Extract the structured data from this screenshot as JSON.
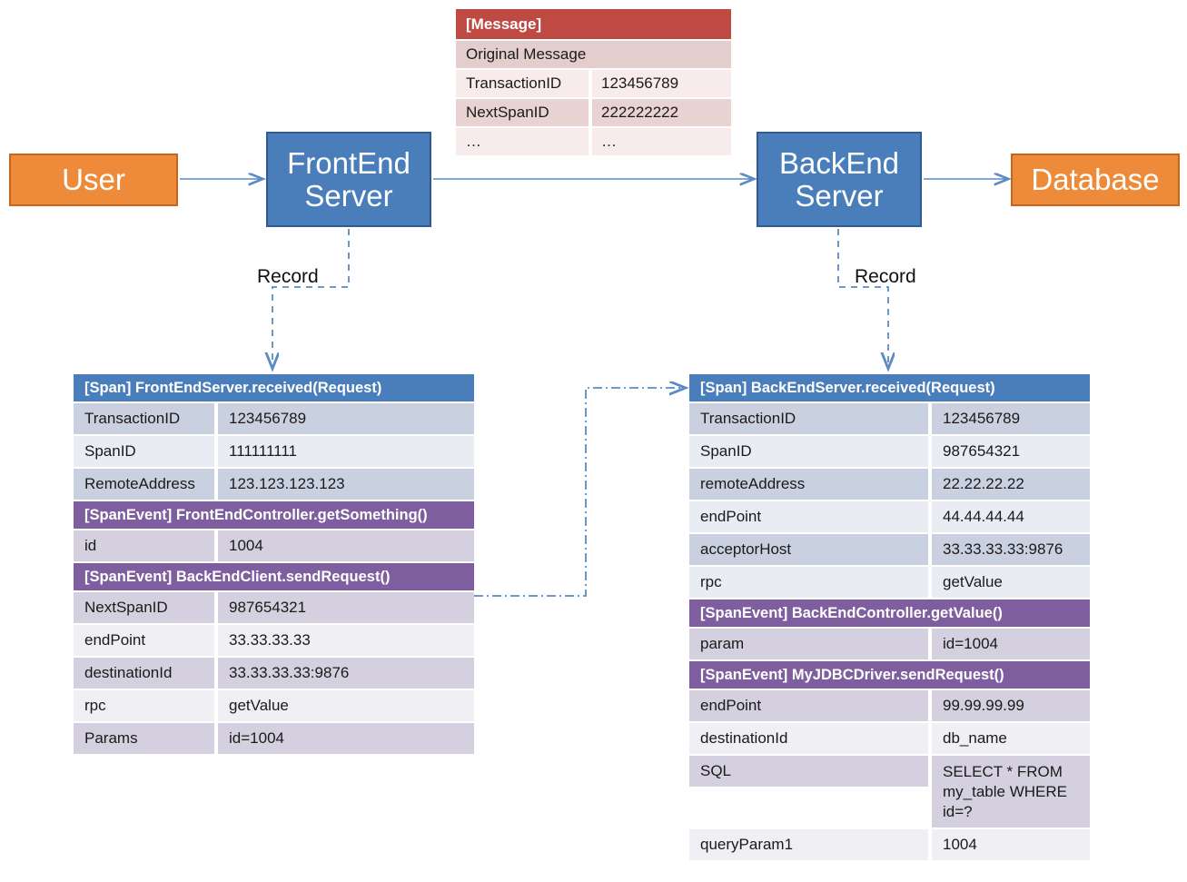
{
  "nodes": {
    "user": "User",
    "frontend": "FrontEnd\nServer",
    "backend": "BackEnd\nServer",
    "database": "Database"
  },
  "labels": {
    "record_left": "Record",
    "record_right": "Record"
  },
  "colors": {
    "node_orange": "#ED8B3A",
    "node_orange_border": "#C4661E",
    "node_blue": "#4A7EBB",
    "node_blue_border": "#2F5A92",
    "span_header_blue": "#4A7EBB",
    "spanevent_header_purple": "#7E5E9E",
    "message_header_red": "#BF4A44",
    "arrow_blue": "#4A7EBB"
  },
  "message_table": {
    "header": "[Message]",
    "full_row": "Original Message",
    "rows": [
      {
        "key": "TransactionID",
        "value": "123456789"
      },
      {
        "key": "NextSpanID",
        "value": "222222222"
      },
      {
        "key": "…",
        "value": "…"
      }
    ]
  },
  "left_span_table": {
    "span_header": "[Span]  FrontEndServer.received(Request)",
    "span_rows": [
      {
        "key": "TransactionID",
        "value": "123456789"
      },
      {
        "key": "SpanID",
        "value": "111111111"
      },
      {
        "key": "RemoteAddress",
        "value": "123.123.123.123"
      }
    ],
    "event1_header": "[SpanEvent]  FrontEndController.getSomething()",
    "event1_rows": [
      {
        "key": "id",
        "value": "1004"
      }
    ],
    "event2_header": "[SpanEvent]  BackEndClient.sendRequest()",
    "event2_rows": [
      {
        "key": "NextSpanID",
        "value": "987654321"
      },
      {
        "key": "endPoint",
        "value": "33.33.33.33"
      },
      {
        "key": "destinationId",
        "value": "33.33.33.33:9876"
      },
      {
        "key": "rpc",
        "value": "getValue"
      },
      {
        "key": "Params",
        "value": "id=1004"
      }
    ]
  },
  "right_span_table": {
    "span_header": "[Span]  BackEndServer.received(Request)",
    "span_rows": [
      {
        "key": "TransactionID",
        "value": "123456789"
      },
      {
        "key": "SpanID",
        "value": "987654321"
      },
      {
        "key": "remoteAddress",
        "value": "22.22.22.22"
      },
      {
        "key": "endPoint",
        "value": "44.44.44.44"
      },
      {
        "key": "acceptorHost",
        "value": "33.33.33.33:9876"
      },
      {
        "key": "rpc",
        "value": "getValue"
      }
    ],
    "event1_header": "[SpanEvent]  BackEndController.getValue()",
    "event1_rows": [
      {
        "key": "param",
        "value": "id=1004"
      }
    ],
    "event2_header": "[SpanEvent]  MyJDBCDriver.sendRequest()",
    "event2_rows": [
      {
        "key": "endPoint",
        "value": "99.99.99.99"
      },
      {
        "key": "destinationId",
        "value": "db_name"
      },
      {
        "key": "SQL",
        "value": "SELECT * FROM\nmy_table WHERE\nid=?"
      },
      {
        "key": "queryParam1",
        "value": "1004"
      }
    ]
  }
}
